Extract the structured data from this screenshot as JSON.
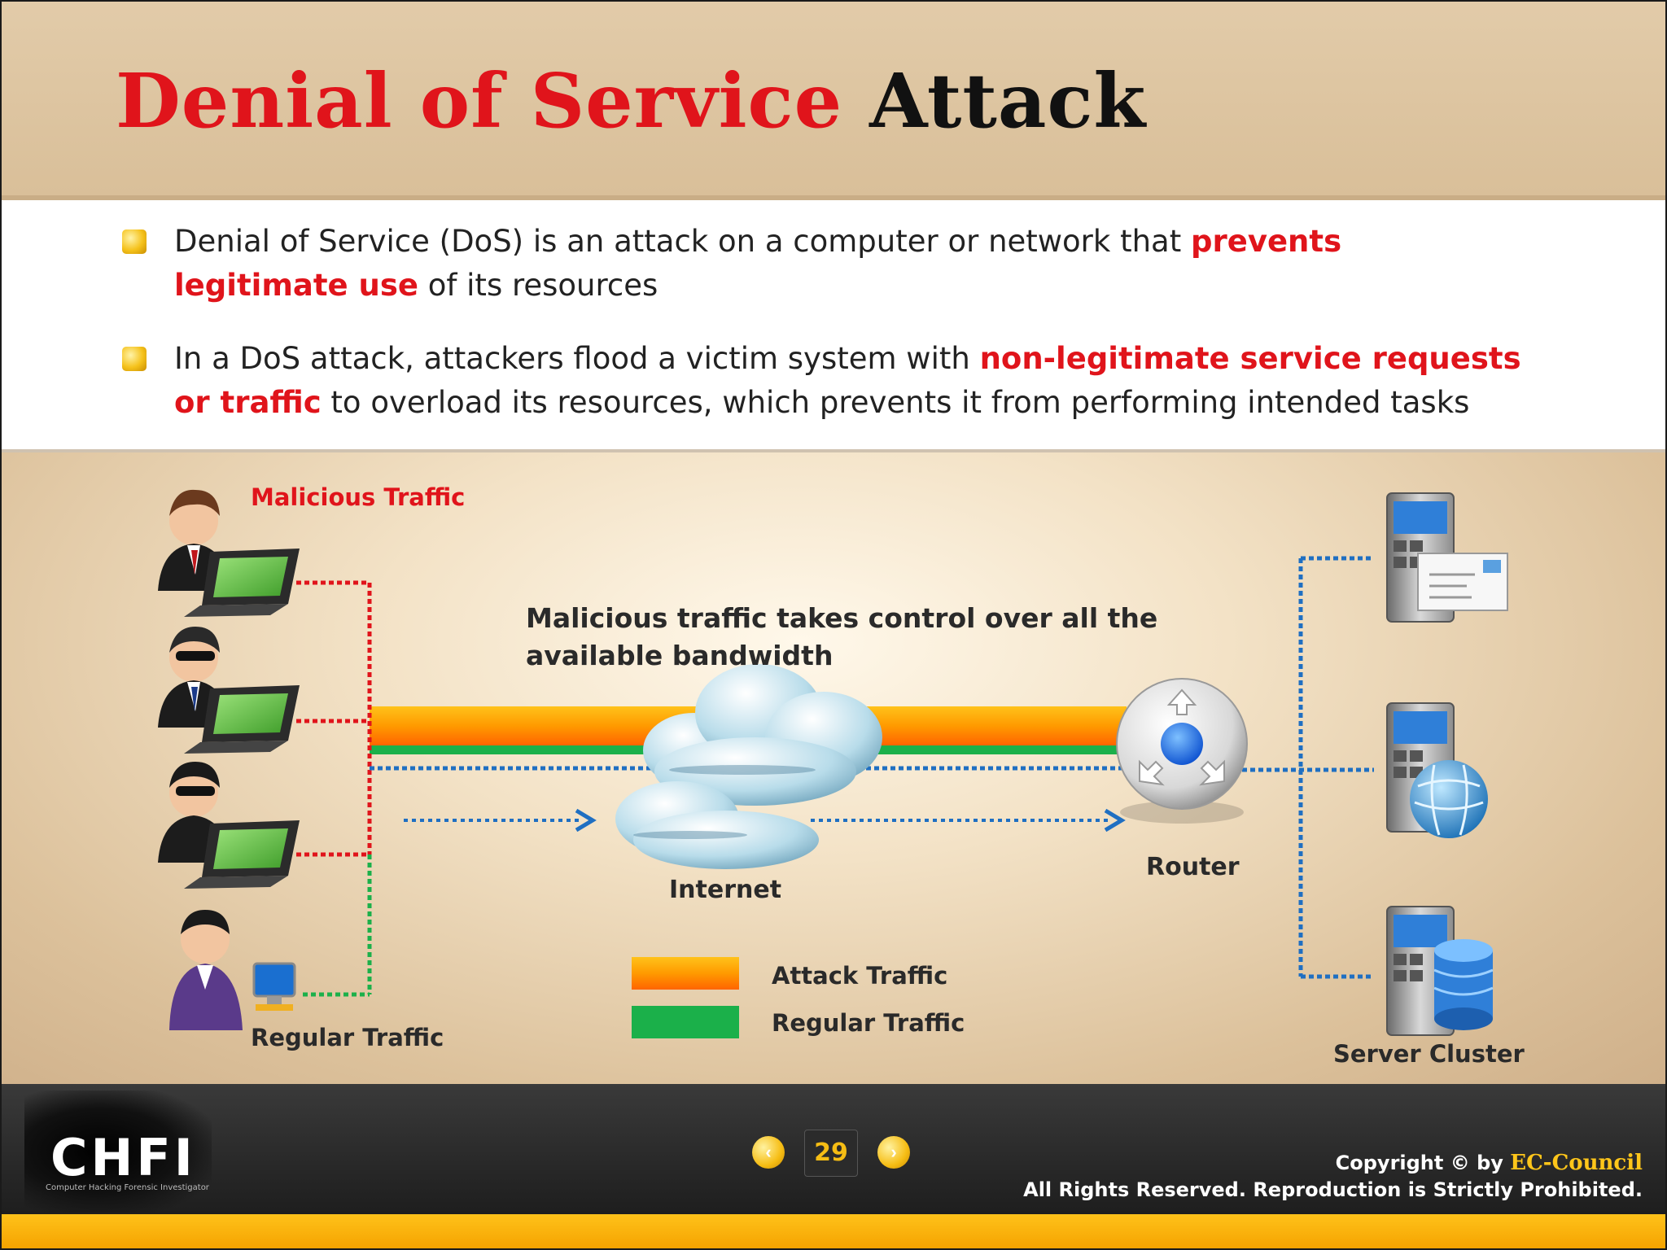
{
  "slide": {
    "title_red": "Denial of Service",
    "title_black": "Attack",
    "bullets": [
      {
        "before": "Denial of Service (DoS) is an attack on a computer or network that ",
        "highlight": "prevents legitimate use",
        "after": " of its resources"
      },
      {
        "before": "In a DoS attack, attackers flood a victim system with ",
        "highlight": "non-legitimate service requests or traffic",
        "after": " to overload its resources, which prevents it from performing intended tasks"
      }
    ]
  },
  "diagram": {
    "malicious_label": "Malicious Traffic",
    "regular_label": "Regular Traffic",
    "bandwidth_caption_line1": "Malicious traffic takes control over all the",
    "bandwidth_caption_line2": "available bandwidth",
    "internet_label": "Internet",
    "router_label": "Router",
    "server_cluster_label": "Server Cluster",
    "legend": {
      "attack": "Attack Traffic",
      "regular": "Regular Traffic"
    },
    "colors": {
      "attack_top": "#ffb000",
      "attack_bottom": "#ff6a00",
      "regular": "#1bb04a",
      "malicious_line": "#e0141b",
      "packet_line": "#1f6fc2"
    }
  },
  "footer": {
    "logo": "CHFI",
    "logo_sub": "Computer Hacking Forensic Investigator",
    "page_number": "29",
    "prev_icon": "‹",
    "next_icon": "›",
    "copyright_prefix": "Copyright © by ",
    "copyright_brand": "EC-Council",
    "rights": "All Rights Reserved. Reproduction is Strictly Prohibited."
  }
}
